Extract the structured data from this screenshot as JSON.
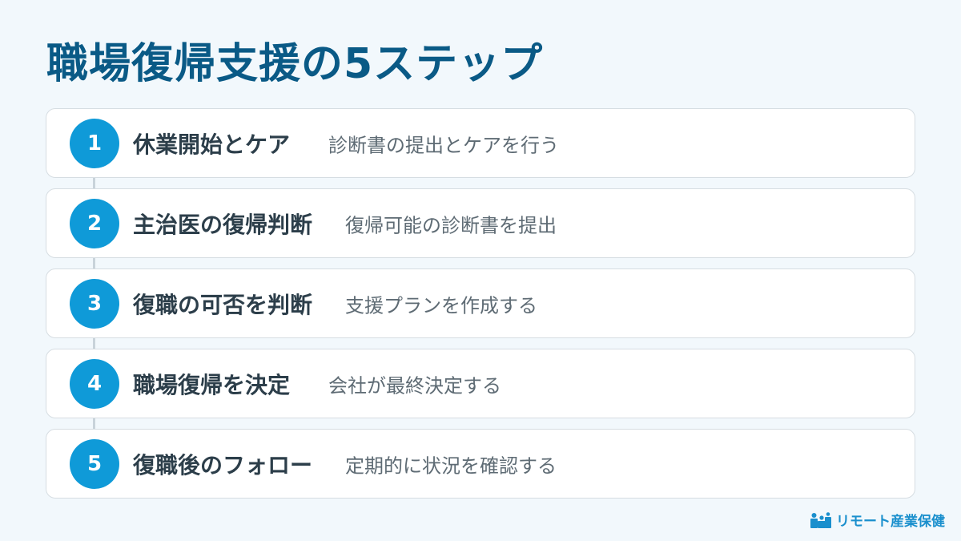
{
  "title": "職場復帰支援の5ステップ",
  "steps": [
    {
      "number": "1",
      "heading": "休業開始とケア",
      "description": "診断書の提出とケアを行う"
    },
    {
      "number": "2",
      "heading": "主治医の復帰判断",
      "description": "復帰可能の診断書を提出"
    },
    {
      "number": "3",
      "heading": "復職の可否を判断",
      "description": "支援プランを作成する"
    },
    {
      "number": "4",
      "heading": "職場復帰を決定",
      "description": "会社が最終決定する"
    },
    {
      "number": "5",
      "heading": "復職後のフォロー",
      "description": "定期的に状況を確認する"
    }
  ],
  "logo": {
    "text": "リモート産業保健"
  },
  "colors": {
    "background": "#f2f8fc",
    "title": "#0a5a86",
    "badge": "#0f9ad8",
    "heading": "#2c3e4a",
    "description": "#5e6b74",
    "logo": "#1a8fcd"
  }
}
